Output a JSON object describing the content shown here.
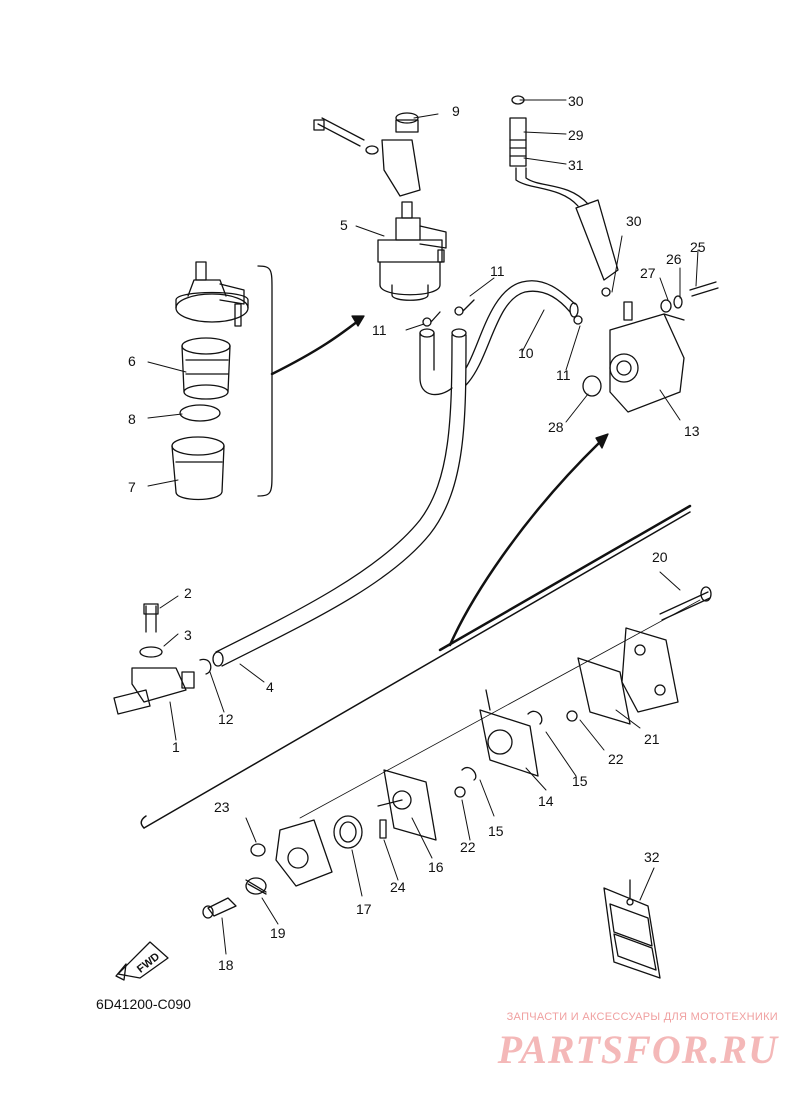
{
  "diagram": {
    "code": "6D41200-C090",
    "fwd_label": "FWD",
    "labels": [
      "1",
      "2",
      "3",
      "4",
      "5",
      "6",
      "7",
      "8",
      "9",
      "10",
      "11",
      "11",
      "11",
      "12",
      "13",
      "14",
      "15",
      "15",
      "16",
      "17",
      "18",
      "19",
      "20",
      "21",
      "22",
      "22",
      "23",
      "24",
      "25",
      "26",
      "27",
      "28",
      "29",
      "30",
      "30",
      "31",
      "32"
    ]
  },
  "watermark": {
    "line": "ЗАПЧАСТИ И АКСЕССУАРЫ ДЛЯ МОТОТЕХНИКИ",
    "logo": "PARTSFOR.RU"
  }
}
